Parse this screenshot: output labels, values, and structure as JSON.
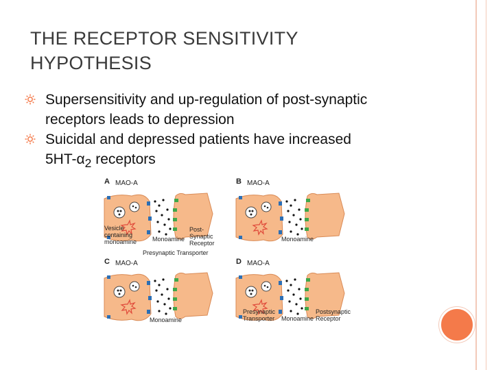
{
  "slide": {
    "title_line1": "THE RECEPTOR SENSITIVITY",
    "title_line2": "HYPOTHESIS",
    "bullets": [
      {
        "line1": "Supersensitivity and up-regulation of post-synaptic",
        "line2": "receptors leads to depression"
      },
      {
        "line1": "Suicidal and depressed patients have increased",
        "line2_prefix": "5HT-α",
        "line2_sub": "2",
        "line2_suffix": " receptors"
      }
    ],
    "bullet_icon": "sun-icon",
    "accent_color": "#f47a4a"
  },
  "figure": {
    "panels": [
      {
        "letter": "A",
        "mao": "MAO-A"
      },
      {
        "letter": "B",
        "mao": "MAO-A"
      },
      {
        "letter": "C",
        "mao": "MAO-A"
      },
      {
        "letter": "D",
        "mao": "MAO-A"
      }
    ],
    "labels": {
      "vesicle_1": "Vesicle",
      "vesicle_2": "containing",
      "vesicle_3": "monoamine",
      "monoamine": "Monoamine",
      "post_1": "Post-",
      "post_2": "Synaptic",
      "post_3": "Receptor",
      "presyn_transporter": "Presynaptic Transporter",
      "monoamine_b": "Monoamine",
      "monoamine_c": "Monoamine",
      "presyn_d1": "Presynaptic",
      "presyn_d2": "Transporter",
      "monoamine_d": "Monoamine",
      "postsyn_d1": "Postsynaptic",
      "postsyn_d2": "Receptor"
    },
    "colors": {
      "neuron": "#f6b98a",
      "neuron_stroke": "#d98a55",
      "transporter": "#2c6fb5",
      "receptor": "#3fa84a",
      "mao": "#e04a3a"
    }
  }
}
